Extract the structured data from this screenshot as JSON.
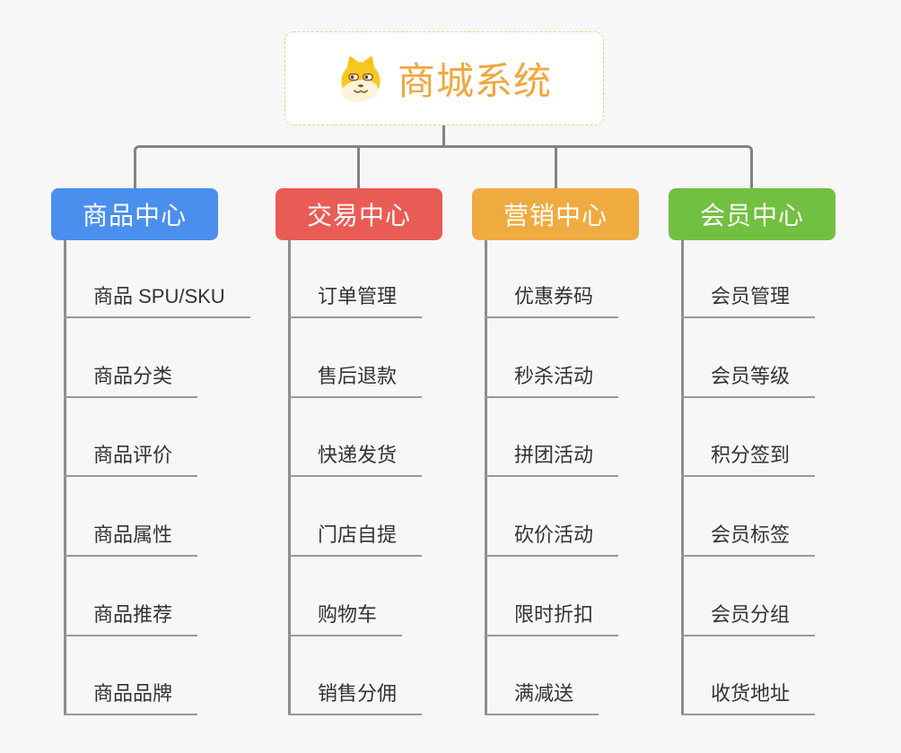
{
  "root": {
    "title": "商城系统",
    "icon": "dog-face-icon"
  },
  "theme": {
    "background": "#f7f7f7",
    "connector_color": "#828282",
    "leaf_line_color": "#999999",
    "leaf_text_color": "#333333",
    "root_text_color": "#f0a73f",
    "root_border_color": "#f1c78c",
    "branch_text_color": "#ffffff"
  },
  "branches": [
    {
      "label": "商品中心",
      "color": "#4a8fee",
      "children": [
        "商品 SPU/SKU",
        "商品分类",
        "商品评价",
        "商品属性",
        "商品推荐",
        "商品品牌"
      ]
    },
    {
      "label": "交易中心",
      "color": "#e95c55",
      "children": [
        "订单管理",
        "售后退款",
        "快递发货",
        "门店自提",
        "购物车",
        "销售分佣"
      ]
    },
    {
      "label": "营销中心",
      "color": "#efab40",
      "children": [
        "优惠券码",
        "秒杀活动",
        "拼团活动",
        "砍价活动",
        "限时折扣",
        "满减送"
      ]
    },
    {
      "label": "会员中心",
      "color": "#72c041",
      "children": [
        "会员管理",
        "会员等级",
        "积分签到",
        "会员标签",
        "会员分组",
        "收货地址"
      ]
    }
  ]
}
